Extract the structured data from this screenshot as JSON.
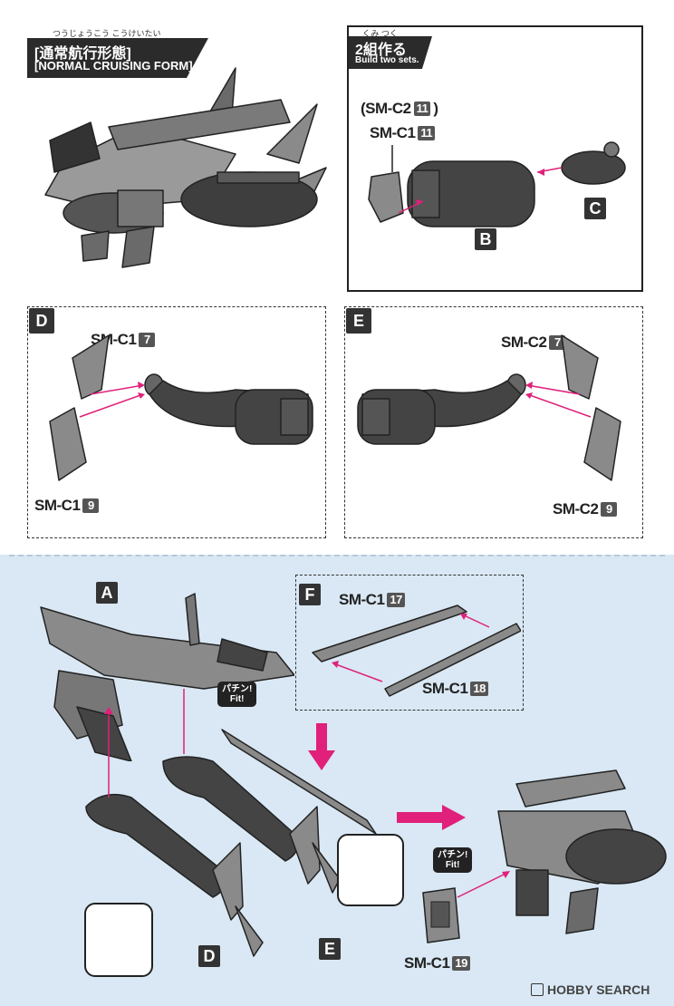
{
  "header": {
    "form_ruby": "つうじょうこう こうけいたい",
    "form_title_ja": "[通常航行形態]",
    "form_title_en": "[NORMAL CRUISING FORM]"
  },
  "build_box": {
    "ruby": "くみ つく",
    "title_ja": "2組作る",
    "title_en": "Build two sets.",
    "label_alt_part": "(SM-C2",
    "label_alt_num": "11",
    "label_alt_close": ")",
    "label_part": "SM-C1",
    "label_num": "11",
    "tag_b": "B",
    "tag_c": "C"
  },
  "panel_d": {
    "tag": "D",
    "top_part": "SM-C1",
    "top_num": "7",
    "bottom_part": "SM-C1",
    "bottom_num": "9"
  },
  "panel_e": {
    "tag": "E",
    "top_part": "SM-C2",
    "top_num": "7",
    "bottom_part": "SM-C2",
    "bottom_num": "9"
  },
  "panel_f": {
    "tag": "F",
    "top_part": "SM-C1",
    "top_num": "17",
    "bottom_part": "SM-C1",
    "bottom_num": "18"
  },
  "assembly": {
    "tag_a": "A",
    "tag_d": "D",
    "tag_e": "E",
    "fit_text_1": "パチン!",
    "fit_text_2": "Fit!",
    "fit2_text_1": "パチン!",
    "fit2_text_2": "Fit!",
    "final_part": "SM-C1",
    "final_num": "19"
  },
  "watermark": "HOBBY SEARCH",
  "colors": {
    "accent_pink": "#e0207a",
    "blue_bg": "#d6e6f3",
    "dark_part": "#4a4a4a",
    "mid_part": "#8a8a8a"
  }
}
